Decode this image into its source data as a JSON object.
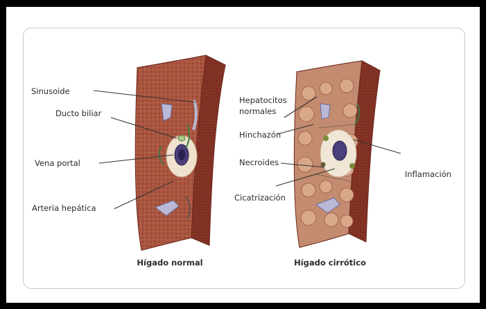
{
  "labels": {
    "sinusoide": "Sinusoide",
    "ducto_biliar": "Ducto biliar",
    "vena_portal": "Vena portal",
    "arteria_hepatica": "Arteria hepática",
    "hepatocitos_line1": "Hepatocitos",
    "hepatocitos_line2": "normales",
    "hinchazon": "Hinchazón",
    "necroides": "Necroides",
    "cicatrizacion": "Cicatrización",
    "inflamacion": "Inflamación"
  },
  "captions": {
    "normal": "Hígado normal",
    "cirrotico": "Hígado cirrótico"
  }
}
